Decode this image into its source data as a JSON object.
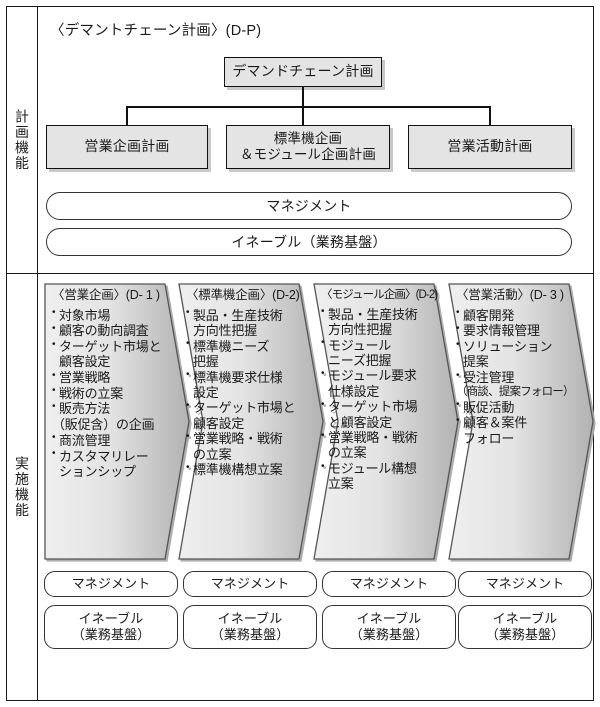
{
  "diagram": {
    "title": "〈デマントチェーン計画〉(D-P)",
    "sections": {
      "planning_label": "計画機能",
      "implementation_label": "実施機能"
    }
  },
  "planning": {
    "root_box": "デマンドチェーン計画",
    "level2": [
      {
        "label": "営業企画計画"
      },
      {
        "label": "標準機企画\n＆モジュール企画計画"
      },
      {
        "label": "営業活動計画"
      }
    ],
    "management_bar": "マネジメント",
    "enable_bar": "イネーブル（業務基盤）"
  },
  "implementation": {
    "columns": [
      {
        "header": "〈営業企画〉(D- 1 )",
        "items": [
          "対象市場",
          "顧客の動向調査",
          "ターゲット市場と\n 顧客設定",
          "営業戦略",
          "戦術の立案",
          "販売方法",
          "（販促含）の企画",
          "商流管理",
          "カスタマリレー\n ションシップ"
        ],
        "management": "マネジメント",
        "enable": "イネーブル\n（業務基盤）"
      },
      {
        "header": "〈標準機企画〉(D-2)",
        "items": [
          "製品・生産技術\n 方向性把握",
          "標準機ニーズ\n 把握",
          "標準機要求仕様\n 設定",
          "ターゲット市場と\n 顧客設定",
          "営業戦略・戦術\n の立案",
          "標準機構想立案"
        ],
        "management": "マネジメント",
        "enable": "イネーブル\n（業務基盤）"
      },
      {
        "header": "〈モジュール企画〉(D-2)",
        "items": [
          "製品・生産技術\n 方向性把握",
          "モジュール\n ニーズ把握",
          "モジュール要求\n 仕様設定",
          "ターゲット市場\n と顧客設定",
          "営業戦略・戦術\n の立案",
          "モジュール構想\n 立案"
        ],
        "management": "マネジメント",
        "enable": "イネーブル\n（業務基盤）"
      },
      {
        "header": "〈営業活動〉(D- 3 )",
        "items": [
          "顧客開発",
          "要求情報管理",
          "ソリューション\n 提案",
          "受注管理",
          "（商談、提案フォロー）",
          "販促活動",
          "顧客＆案件\n フォロー"
        ],
        "management": "マネジメント",
        "enable": "イネーブル\n（業務基盤）"
      }
    ]
  },
  "colors": {
    "box_fill": "#e4e4e4",
    "box_shadow": "#c9c9c9",
    "border": "#111111",
    "chevron_light": "#f2f2f2",
    "chevron_dark": "#b5b5b5"
  }
}
